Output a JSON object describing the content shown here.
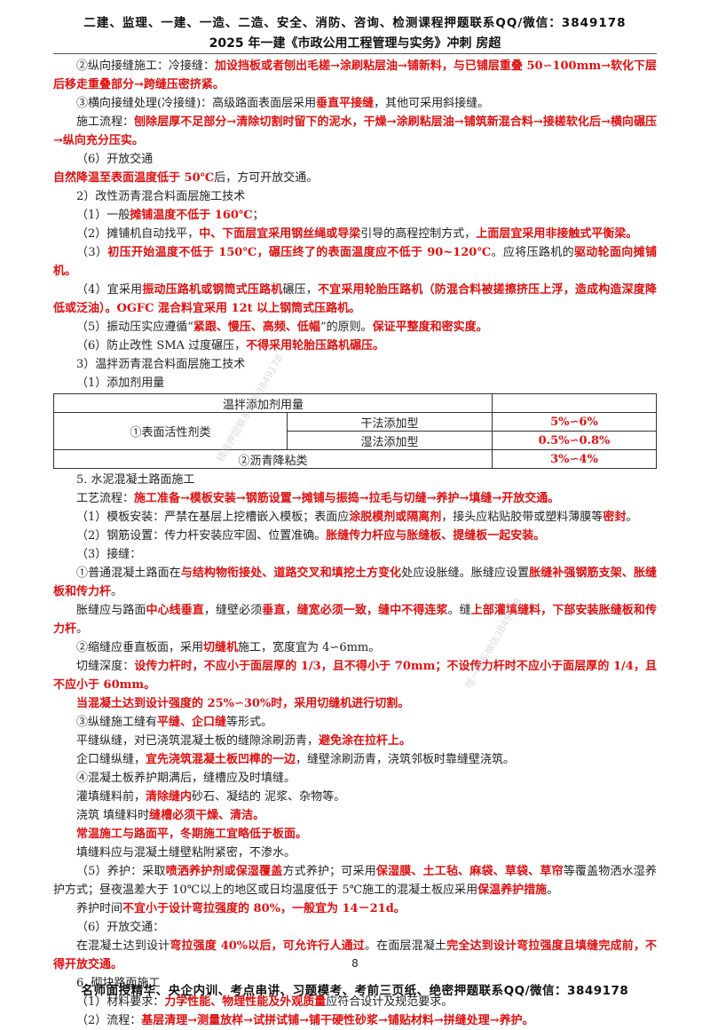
{
  "header": {
    "line1": "二建、监理、一建、一造、二造、安全、消防、咨询、检测课程押题联系QQ/微信：3849178",
    "line2": "2025 年一建《市政公用工程管理与实务》冲刺 房超"
  },
  "para": {
    "l1a": "②纵向接缝施工：冷接缝：",
    "l1b": "加设挡板或者刨出毛槎→涂刷粘层油→铺新料，与已铺层重叠 50∽100mm→软化下层后移走重叠部分→跨缝压密挤紧。",
    "l2a": "③横向接缝处理(冷接缝)：高级路面表面层采用",
    "l2b": "垂直平接缝",
    "l2c": "，其他可采用斜接缝。",
    "l3a": "施工流程：",
    "l3b": "刨除层厚不足部分→清除切割时留下的泥水，干燥→涂刷粘层油→铺筑新混合料→接槎软化后→横向碾压→纵向充分压实。",
    "l4": "（6）开放交通",
    "l5a": "自然降温至表面温度低于 50℃",
    "l5b": "后，方可开放交通。",
    "l6": "2）改性沥青混合料面层施工技术",
    "l7a": "（1）一般",
    "l7b": "摊铺温度不低于 160℃",
    "l7c": "；",
    "l8a": "（2）摊铺机自动找平，",
    "l8b": "中、下面层宜采用钢丝绳或导梁",
    "l8c": "引导的高程控制方式，",
    "l8d": "上面层宜采用非接触式平衡梁。",
    "l9a": "（3）",
    "l9b": "初压开始温度不低于 150℃，碾压终了的表面温度应不低于 90~120℃",
    "l9c": "。应将压路机的",
    "l9d": "驱动轮面向摊铺机。",
    "l10a": "（4）宜采用",
    "l10b": "振动压路机或钢筒式压路机",
    "l10c": "碾压，",
    "l10d": "不宜采用轮胎压路机（防混合料被搓擦挤压上浮，造成构造深度降低或泛油）。OGFC 混合料宜采用 12t 以上钢筒式压路机。",
    "l11a": "（5）振动压实应遵循“",
    "l11b": "紧跟、慢压、高频、低幅",
    "l11c": "”的原则。",
    "l11d": "保证平整度和密实度。",
    "l12a": "（6）防止改性 SMA 过度碾压，",
    "l12b": "不得采用轮胎压路机碾压。",
    "l13": "3）温拌沥青混合料面层施工技术",
    "l14": "（1）添加剂用量"
  },
  "table": {
    "header": "温拌添加剂用量",
    "row1_label": "①表面活性剂类",
    "row1a_type": "干法添加型",
    "row1a_value": "5%∽6%",
    "row1b_type": "湿法添加型",
    "row1b_value": "0.5%∽0.8%",
    "row2_label": "②沥青降粘类",
    "row2_value": "3%∽4%"
  },
  "para2": {
    "s1": "5. 水泥混凝土路面施工",
    "s2a": "工艺流程：",
    "s2b": "施工准备→模板安装→钢筋设置→摊铺与振捣→拉毛与切缝→养护→填缝→开放交通。",
    "s3a": "（1）模板安装：严禁在基层上挖槽嵌入模板；表面应",
    "s3b": "涂脱模剂或隔离剂",
    "s3c": "，接头应粘贴胶带或塑料薄膜等",
    "s3d": "密封",
    "s3e": "。",
    "s4a": "（2）钢筋设置：传力杆安装应牢固、位置准确。",
    "s4b": "胀缝传力杆应与胀缝板、提缝板一起安装。",
    "s5": "（3）接缝：",
    "s6a": "①普通混凝土路面在",
    "s6b": "与结构物衔接处、道路交叉和填挖土方变化",
    "s6c": "处应设胀缝。胀缝应设置",
    "s6d": "胀缝补强钢筋支架、胀缝板和传力杆",
    "s6e": "。",
    "s7a": "胀缝应与路面",
    "s7b": "中心线垂直",
    "s7c": "，缝壁必须",
    "s7d": "垂直",
    "s7e": "，",
    "s7f": "缝宽必须一致，缝中不得连浆",
    "s7g": "。缝",
    "s7h": "上部灌填缝料，下部安装胀缝板和传力杆",
    "s7i": "。",
    "s8a": "②缩缝应垂直板面，采用",
    "s8b": "切缝机",
    "s8c": "施工，宽度宜为 4∽6mm。",
    "s9a": "切缝深度：",
    "s9b": "设传力杆时，不应小于面层厚的 1/3，且不得小于 70mm；不设传力杆时不应小于面层厚的 1/4，且不应小于 60mm。",
    "s10": "当混凝土达到设计强度的 25%∽30%时，采用切缝机进行切割。",
    "s11a": "③纵缝施工缝有",
    "s11b": "平缝、企口缝",
    "s11c": "等形式。",
    "s12a": "平缝纵缝，对已浇筑混凝土板的缝隙涂刷沥青，",
    "s12b": "避免涂在拉杆上。",
    "s13a": "企口缝纵缝，",
    "s13b": "宜先浇筑混凝土板凹榫的一边",
    "s13c": "，缝壁涂刷沥青，浇筑邻板时靠缝壁浇筑。",
    "s14": "④混凝土板养护期满后，缝槽应及时填缝。",
    "s15a": "灌填缝料前，",
    "s15b": "清除缝内",
    "s15c": "砂石、凝结的 泥浆、杂物等。",
    "s16a": "浇筑 填缝料时",
    "s16b": "缝槽必须干燥、清洁。",
    "s17": "常温施工与路面平，冬期施工宜略低于板面。",
    "s18": "填缝料应与混凝土缝壁粘附紧密，不渗水。",
    "s19a": "（5）养护：采取",
    "s19b": "喷洒养护剂或保湿覆盖",
    "s19c": "方式养护；可采用",
    "s19d": "保湿膜、土工毡、麻袋、草袋、草帘",
    "s19e": "等覆盖物洒水湿养护方式；昼夜温差大于 10℃以上的地区或日均温度低于 5℃施工的混凝土板应采用",
    "s19f": "保温养护措施",
    "s19g": "。",
    "s20a": "养护时间",
    "s20b": "不宜小于设计弯拉强度的 80%，一般宜为 14－21d。",
    "s21": "（6）开放交通：",
    "s22a": "在混凝土达到设计",
    "s22b": "弯拉强度 40%以后，可允许行人通过",
    "s22c": "。在面层混凝土",
    "s22d": "完全达到设计弯拉强度且填缝完成前，不得开放交通。",
    "s23": "6. 砌块路面施工",
    "s24a": "（1）材料要求：",
    "s24b": "力学性能、物理性能及外观质量",
    "s24c": "应符合设计及规范要求。",
    "s25a": "（2）流程：",
    "s25b": "基层清理→测量放样→试拼试铺→铺干硬性砂浆→铺贴材料→拼缝处理→养护。"
  },
  "page_number": "8",
  "footer": "名师面授精华、央企内训、考点串讲、习题模考、考前三页纸、绝密押题联系QQ/微信：3849178",
  "watermark": {
    "w1": "精准押题联系微信3849178",
    "w2": "唯一联系微信3849178"
  },
  "colors": {
    "highlight": "#e01010",
    "text": "#222222"
  }
}
